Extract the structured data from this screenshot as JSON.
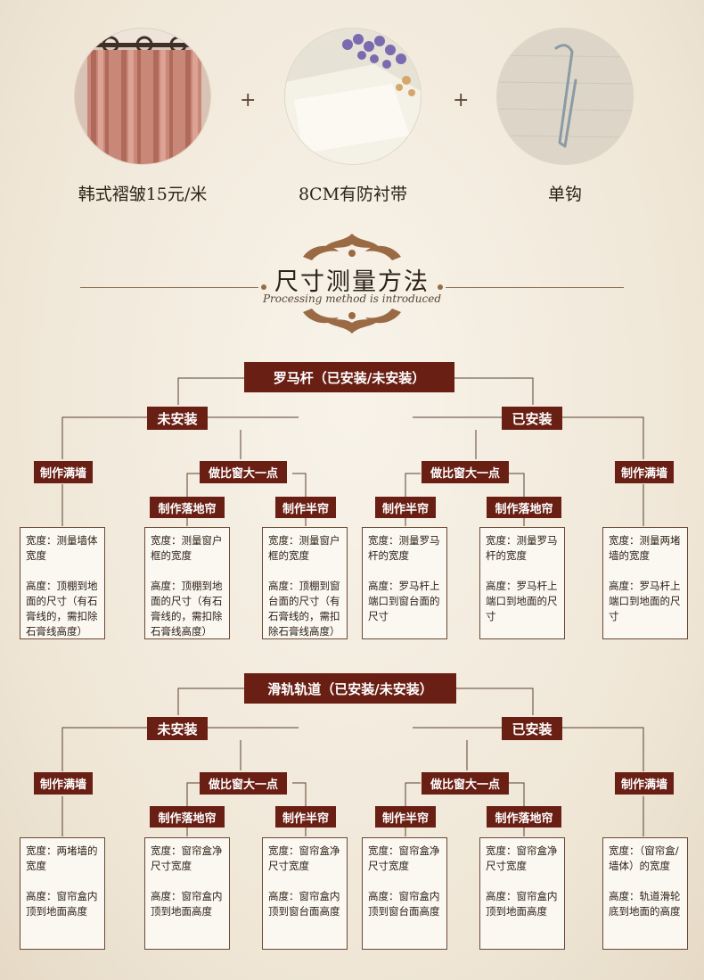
{
  "products": [
    {
      "caption": "韩式褶皱15元/米",
      "icon": "pleated-curtain"
    },
    {
      "caption": "8CM有防衬带",
      "icon": "lining-tape"
    },
    {
      "caption": "单钩",
      "icon": "curtain-hook"
    }
  ],
  "plus": "+",
  "section": {
    "title": "尺寸测量方法",
    "subtitle": "Processing method is introduced"
  },
  "colors": {
    "box": "#6a1f14",
    "border": "#6a4a34",
    "background": "#f3ece0"
  },
  "trees": [
    {
      "root": "罗马杆（已安装/未安装）",
      "left": {
        "label": "未安装",
        "full": "制作满墙",
        "bigger": "做比窗大一点",
        "floor": "制作落地帘",
        "half": "制作半帘"
      },
      "right": {
        "label": "已安装",
        "bigger": "做比窗大一点",
        "half": "制作半帘",
        "floor": "制作落地帘",
        "full": "制作满墙"
      },
      "leaves": [
        {
          "w": "宽度：测量墙体宽度",
          "h": "高度：顶棚到地面的尺寸（有石膏线的，需扣除石膏线高度）"
        },
        {
          "w": "宽度：测量窗户框的宽度",
          "h": "高度：顶棚到地面的尺寸（有石膏线的，需扣除石膏线高度）"
        },
        {
          "w": "宽度：测量窗户框的宽度",
          "h": "高度：顶棚到窗台面的尺寸（有石膏线的，需扣除石膏线高度）"
        },
        {
          "w": "宽度：测量罗马杆的宽度",
          "h": "高度：罗马杆上端口到窗台面的尺寸"
        },
        {
          "w": "宽度：测量罗马杆的宽度",
          "h": "高度：罗马杆上端口到地面的尺寸"
        },
        {
          "w": "宽度：测量两堵墙的宽度",
          "h": "高度：罗马杆上端口到地面的尺寸"
        }
      ]
    },
    {
      "root": "滑轨轨道（已安装/未安装）",
      "left": {
        "label": "未安装",
        "full": "制作满墙",
        "bigger": "做比窗大一点",
        "floor": "制作落地帘",
        "half": "制作半帘"
      },
      "right": {
        "label": "已安装",
        "bigger": "做比窗大一点",
        "half": "制作半帘",
        "floor": "制作落地帘",
        "full": "制作满墙"
      },
      "leaves": [
        {
          "w": "宽度：两堵墙的宽度",
          "h": "高度：窗帘盒内顶到地面高度"
        },
        {
          "w": "宽度：窗帘盒净尺寸宽度",
          "h": "高度：窗帘盒内顶到地面高度"
        },
        {
          "w": "宽度：窗帘盒净尺寸宽度",
          "h": "高度：窗帘盒内顶到窗台面高度"
        },
        {
          "w": "宽度：窗帘盒净尺寸宽度",
          "h": "高度：窗帘盒内顶到窗台面高度"
        },
        {
          "w": "宽度：窗帘盒净尺寸宽度",
          "h": "高度：窗帘盒内顶到地面高度"
        },
        {
          "w": "宽度：（窗帘盒/墙体）的宽度",
          "h": "高度：轨道滑轮底到地面的高度"
        }
      ]
    }
  ]
}
